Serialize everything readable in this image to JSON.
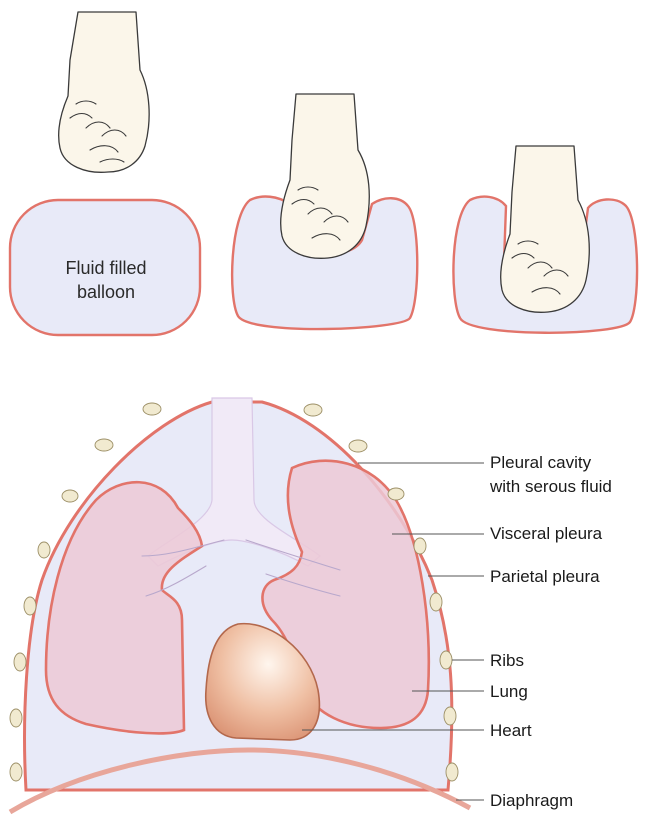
{
  "balloon": {
    "label_line1": "Fluid filled",
    "label_line2": "balloon"
  },
  "labels": {
    "pleural_cavity_line1": "Pleural cavity",
    "pleural_cavity_line2": "with serous fluid",
    "visceral_pleura": "Visceral pleura",
    "parietal_pleura": "Parietal pleura",
    "ribs": "Ribs",
    "lung": "Lung",
    "heart": "Heart",
    "diaphragm": "Diaphragm"
  },
  "colors": {
    "pleura_line": "#e2746a",
    "fluid": "#e8eaf8",
    "lung_fill": "#ecc9d6",
    "heart_fill": "#e4a888",
    "rib_fill": "#f1ead0"
  }
}
